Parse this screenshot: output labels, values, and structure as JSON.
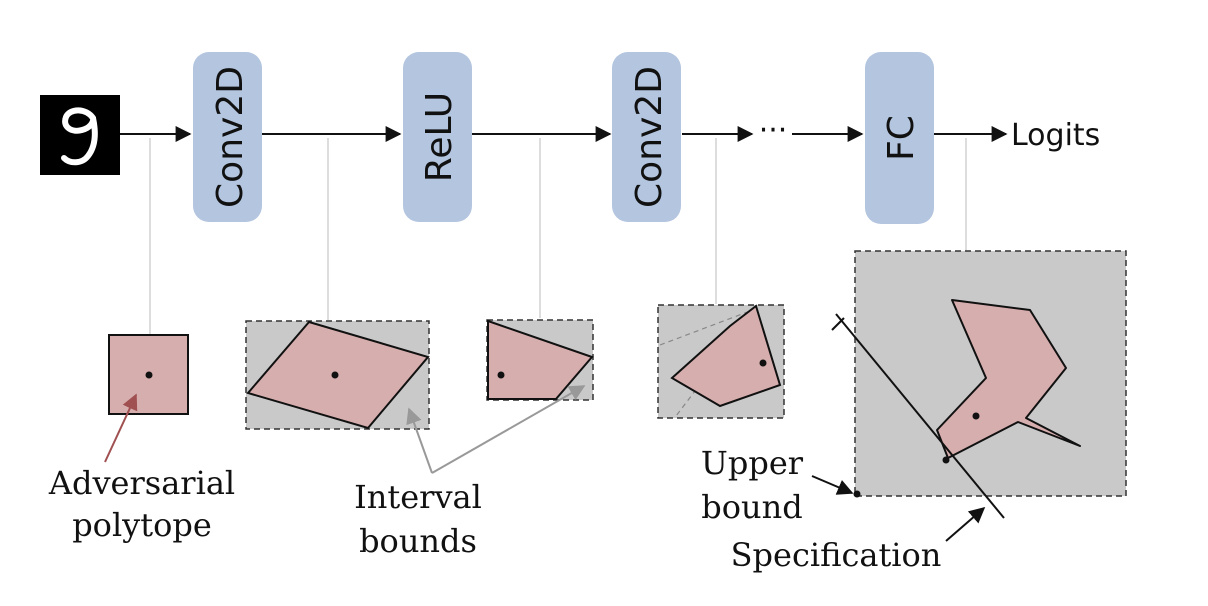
{
  "network": {
    "layers": [
      "Conv2D",
      "ReLU",
      "Conv2D",
      "FC"
    ],
    "ellipsis": "···",
    "output_label": "Logits"
  },
  "annotations": {
    "adversarial_line1": "Adversarial",
    "adversarial_line2": "polytope",
    "interval_line1": "Interval",
    "interval_line2": "bounds",
    "upper_line1": "Upper",
    "upper_line2": "bound",
    "specification": "Specification"
  },
  "colors": {
    "layer_fill": "#b3c5df",
    "polytope_fill": "#d7aeae",
    "bounds_fill": "#c9c9c9",
    "annotation_arrow_red": "#a05050",
    "annotation_arrow_gray": "#999999"
  }
}
